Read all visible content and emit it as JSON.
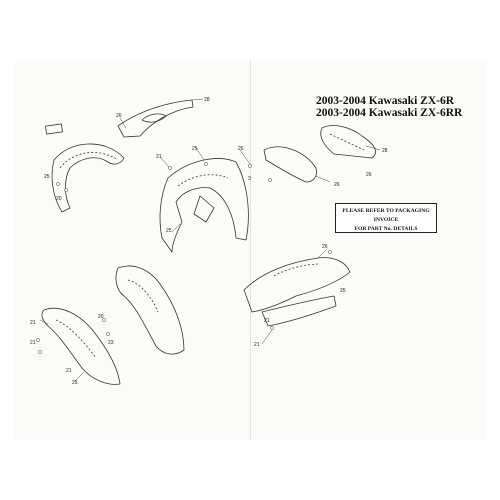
{
  "heading": {
    "line1": "2003-2004 Kawasaki ZX-6R",
    "line2": "2003-2004 Kawasaki ZX-6RR"
  },
  "notice": {
    "line1": "PLEASE REFER TO PACKAGING INVOICE",
    "line2": "FOR PART No. DETAILS"
  },
  "callouts": [
    "28",
    "26",
    "21",
    "25",
    "26",
    "3",
    "28",
    "26",
    "25",
    "25",
    "20",
    "21",
    "21",
    "21",
    "25",
    "21",
    "26",
    "21",
    "25",
    "26",
    "20",
    "23"
  ]
}
